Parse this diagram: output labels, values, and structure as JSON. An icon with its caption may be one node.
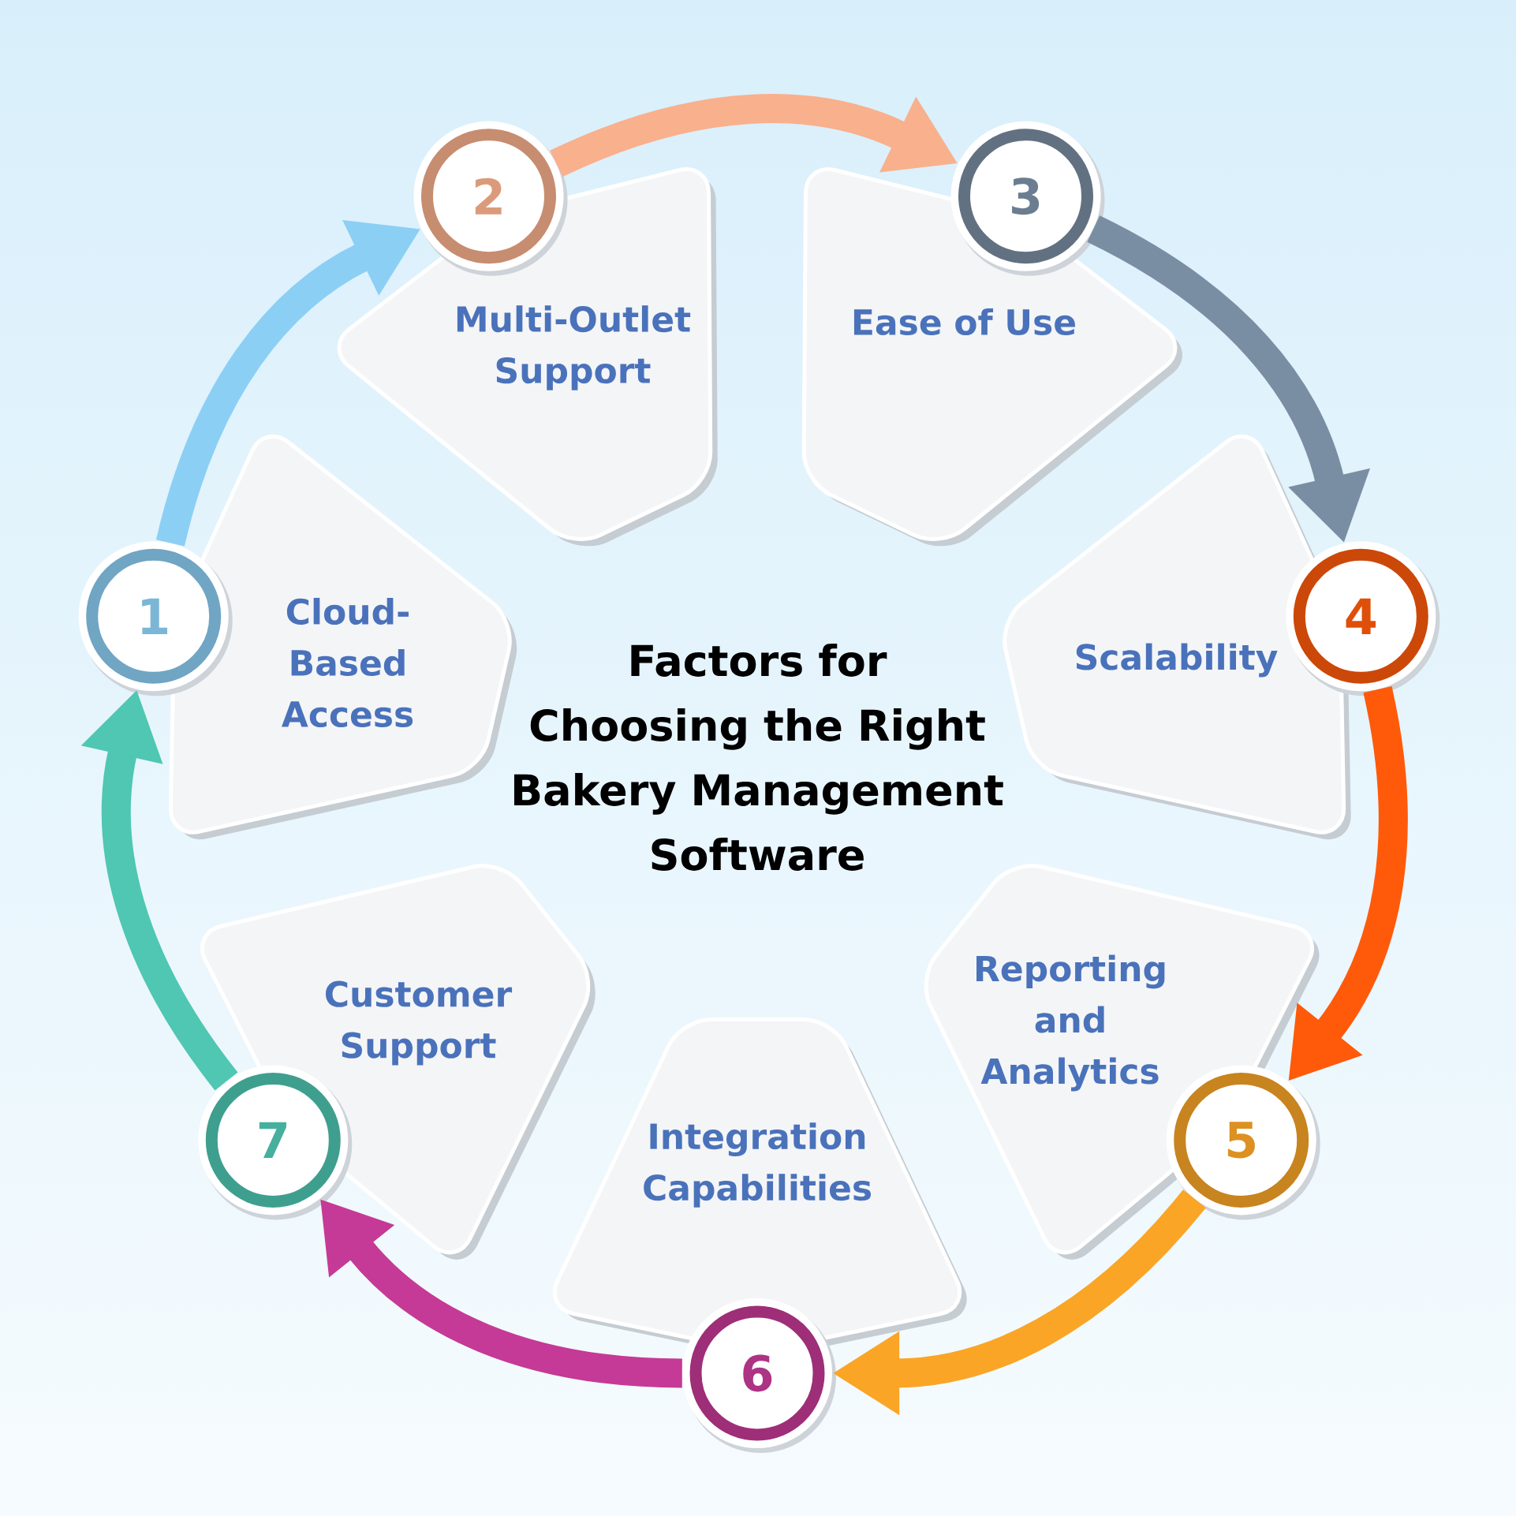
{
  "diagram": {
    "title": "Factors for Choosing the Right Bakery Management Software",
    "nodes": [
      {
        "text": [
          "1"
        ]
      },
      {
        "text": [
          "Cloud-Based Access"
        ]
      },
      {
        "text": [
          "2"
        ]
      },
      {
        "text": [
          "Multi-Outlet Support"
        ]
      },
      {
        "text": [
          "3"
        ]
      },
      {
        "text": [
          "Ease of Use"
        ]
      },
      {
        "text": [
          "4"
        ]
      },
      {
        "text": [
          "Scalability"
        ]
      },
      {
        "text": [
          "5"
        ]
      },
      {
        "text": [
          "Reporting and Analytics"
        ]
      },
      {
        "text": [
          "6"
        ]
      },
      {
        "text": [
          "Integration Capabilities"
        ]
      },
      {
        "text": [
          "7"
        ]
      },
      {
        "text": [
          "Customer Support"
        ]
      }
    ],
    "edges": [
      {
        "from": 0,
        "to": 2,
        "arrow": "to",
        "color": "#8ccff5"
      },
      {
        "from": 2,
        "to": 4,
        "arrow": "to",
        "color": "#f9b08c"
      },
      {
        "from": 4,
        "to": 6,
        "arrow": "to",
        "color": "#7a8ea3"
      },
      {
        "from": 6,
        "to": 8,
        "arrow": "to",
        "color": "#ff5a0a"
      },
      {
        "from": 8,
        "to": 10,
        "arrow": "to",
        "color": "#faa526"
      },
      {
        "from": 10,
        "to": 12,
        "arrow": "to",
        "color": "#c53a96"
      },
      {
        "from": 12,
        "to": 0,
        "arrow": "to",
        "color": "#4fc7b2"
      }
    ]
  }
}
